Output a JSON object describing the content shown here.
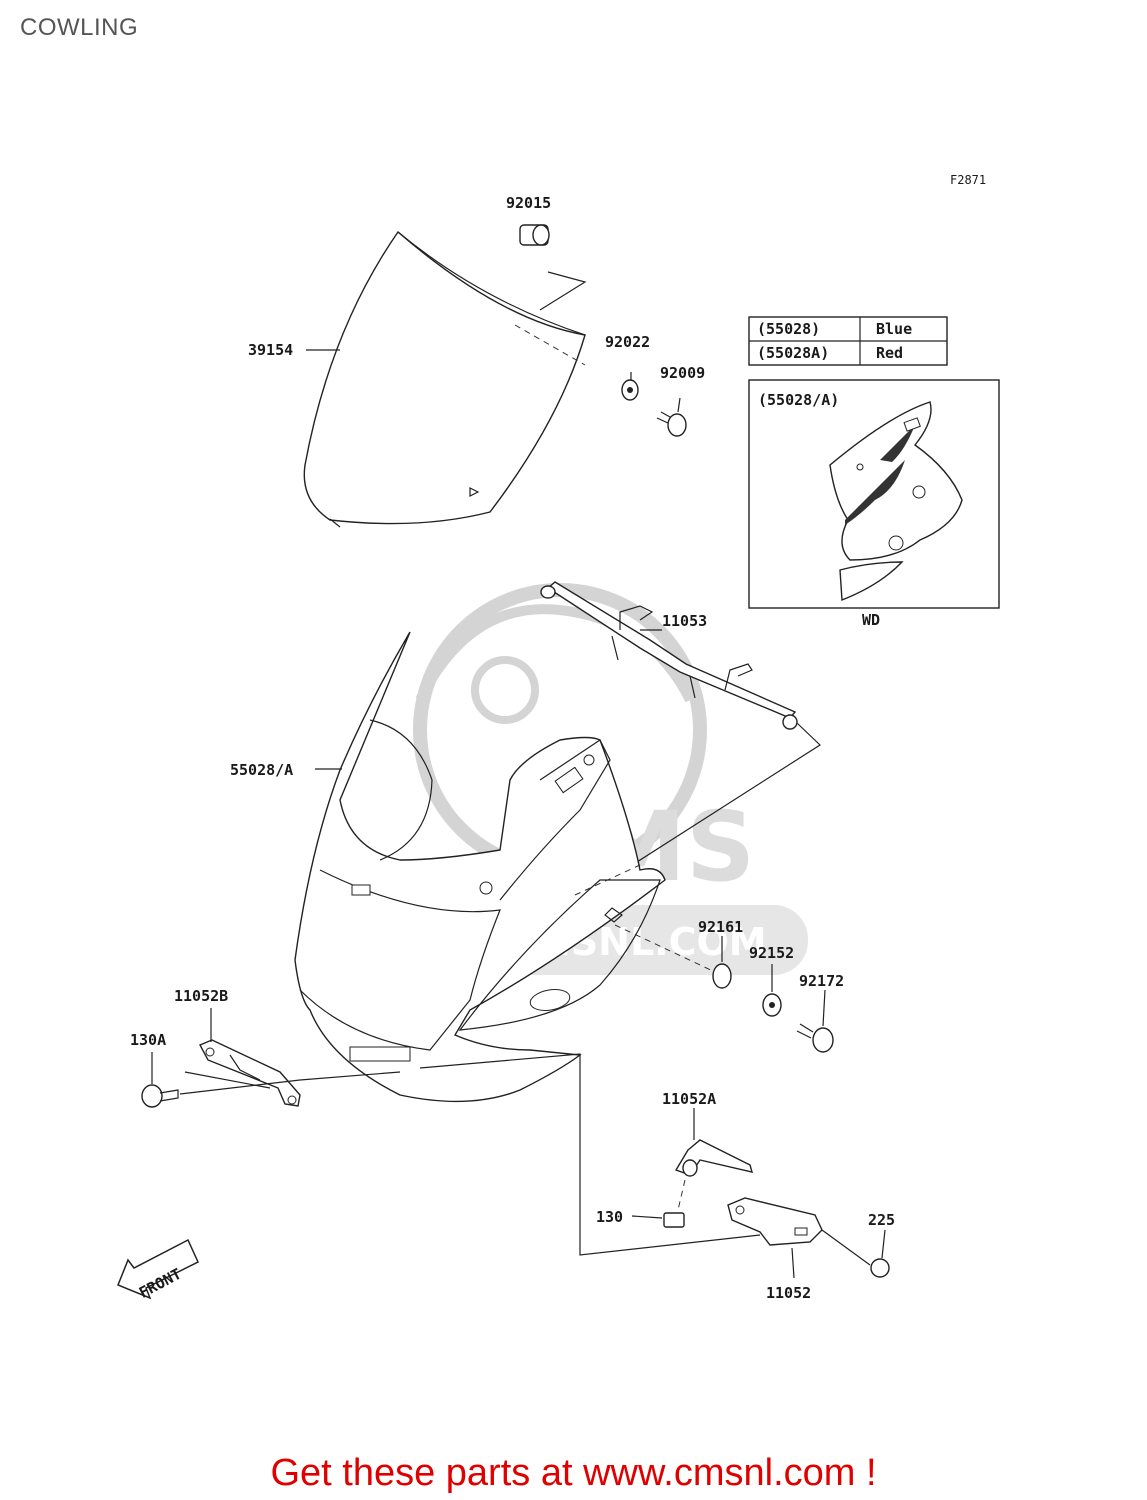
{
  "page": {
    "title": "COWLING",
    "figure_code": "F2871",
    "cta_text": "Get these parts at www.cmsnl.com !"
  },
  "watermark": {
    "text": "WWW.CMSNL.COM",
    "logo": "CMS"
  },
  "callouts": {
    "p92015": "92015",
    "p39154": "39154",
    "p92022": "92022",
    "p92009": "92009",
    "p11053": "11053",
    "p55028a": "55028/A",
    "p92161": "92161",
    "p92152": "92152",
    "p92172": "92172",
    "p11052b": "11052B",
    "p130a": "130A",
    "p11052a": "11052A",
    "p130": "130",
    "p225": "225",
    "p11052": "11052"
  },
  "color_table": {
    "rows": [
      {
        "part": "(55028)",
        "color": "Blue"
      },
      {
        "part": "(55028A)",
        "color": "Red"
      }
    ]
  },
  "inset": {
    "title": "(55028/A)",
    "caption": "WD"
  },
  "front_arrow": "FRONT"
}
